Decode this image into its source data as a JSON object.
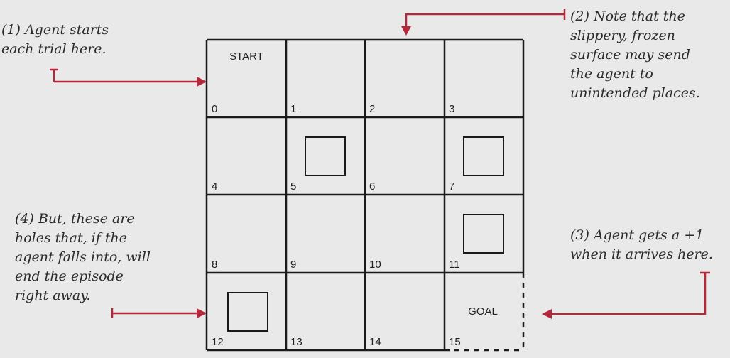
{
  "grid": {
    "cells": [
      "0",
      "1",
      "2",
      "3",
      "4",
      "5",
      "6",
      "7",
      "8",
      "9",
      "10",
      "11",
      "12",
      "13",
      "14",
      "15"
    ],
    "start_label": "START",
    "goal_label": "GOAL",
    "holes": [
      5,
      7,
      11,
      12
    ]
  },
  "annotations": {
    "a1": [
      "(1) Agent starts",
      "each trial here."
    ],
    "a2": [
      "(2) Note that the",
      "slippery, frozen",
      "surface may send",
      "the agent to",
      "unintended places."
    ],
    "a3": [
      "(3) Agent gets a +1",
      "when it arrives here."
    ],
    "a4": [
      "(4) But, these are",
      "holes that, if the",
      "agent falls into, will",
      "end the episode",
      "right away."
    ]
  },
  "colors": {
    "background": "#e9e9e9",
    "arrow": "#b5283b",
    "grid_line": "#1a1a1a",
    "text": "#2b2b2b"
  }
}
